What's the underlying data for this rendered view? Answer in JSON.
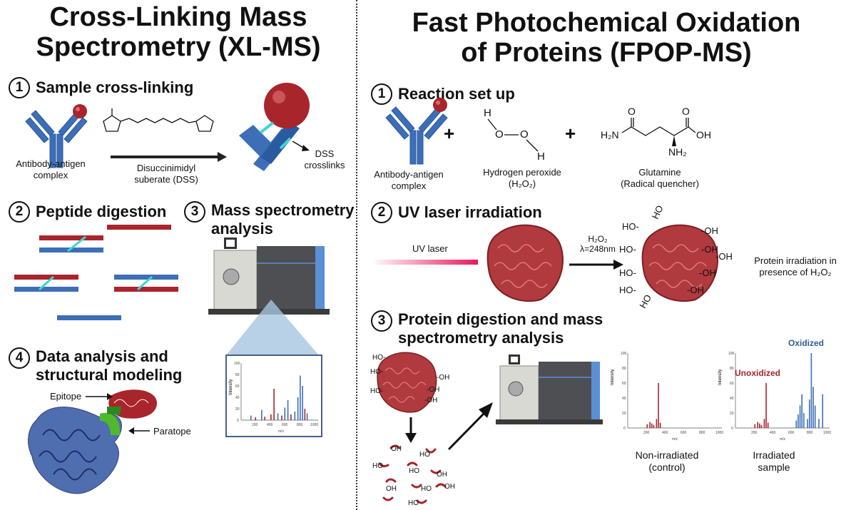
{
  "left": {
    "title_line1": "Cross-Linking Mass",
    "title_line2": "Spectrometry (XL-MS)",
    "steps": [
      {
        "num": "1",
        "label": "Sample cross-linking"
      },
      {
        "num": "2",
        "label": "Peptide digestion"
      },
      {
        "num": "3",
        "label_line1": "Mass spectrometry",
        "label_line2": "analysis"
      },
      {
        "num": "4",
        "label_line1": "Data analysis and",
        "label_line2": "structural modeling"
      }
    ],
    "antibody_label_line1": "Antibody-antigen",
    "antibody_label_line2": "complex",
    "dss_label_line1": "Disuccinimidyl",
    "dss_label_line2": "suberate (DSS)",
    "crosslinks_line1": "DSS",
    "crosslinks_line2": "crosslinks",
    "epitope": "Epitope",
    "paratope": "Paratope",
    "spectrum": {
      "ylabel": "Intensity",
      "xlabel": "m/z",
      "yticks": [
        "100",
        "80",
        "60",
        "40",
        "20",
        "0"
      ],
      "xticks": [
        "200",
        "400",
        "600",
        "800",
        "1000"
      ]
    }
  },
  "right": {
    "title_line1": "Fast Photochemical Oxidation",
    "title_line2": "of Proteins (FPOP-MS)",
    "steps": [
      {
        "num": "1",
        "label": "Reaction set up"
      },
      {
        "num": "2",
        "label": "UV laser irradiation"
      },
      {
        "num": "3",
        "label_line1": "Protein digestion and mass",
        "label_line2": "spectrometry analysis"
      }
    ],
    "antibody_label_line1": "Antibody-antigen",
    "antibody_label_line2": "complex",
    "plus": "+",
    "h2o2_line1": "Hydrogen peroxide",
    "h2o2_line2": "(H₂O₂)",
    "glutamine_line1": "Glutamine",
    "glutamine_line2": "(Radical quencher)",
    "atoms": {
      "H": "H",
      "O": "O",
      "H2N": "H₂N",
      "OH": "OH",
      "NH2": "NH₂"
    },
    "uv_laser": "UV laser",
    "arrow_line1": "H₂O₂",
    "arrow_line2": "λ=248nm",
    "irradiation_line1": "Protein irradiation in",
    "irradiation_line2": "presence of H₂O₂",
    "hydroxyl_right": "-OH",
    "hydroxyl_left": "HO-",
    "hydroxyl_free": "OH",
    "hydroxyl_free_ho": "HO",
    "spectra": {
      "ylabel": "Intensity",
      "xlabel": "m/z",
      "yticks": [
        "100",
        "80",
        "60",
        "40",
        "20",
        "0"
      ],
      "xticks": [
        "200",
        "400",
        "600",
        "800",
        "1000"
      ],
      "unoxidized": "Unoxidized",
      "oxidized": "Oxidized",
      "caption1_line1": "Non-irradiated",
      "caption1_line2": "(control)",
      "caption2_line1": "Irradiated",
      "caption2_line2": "sample"
    }
  },
  "colors": {
    "blue": "#3d6eb7",
    "red": "#a8252b",
    "cyan": "#3ad6d6",
    "green": "#4fb92e",
    "navy": "#2a3f7e"
  }
}
